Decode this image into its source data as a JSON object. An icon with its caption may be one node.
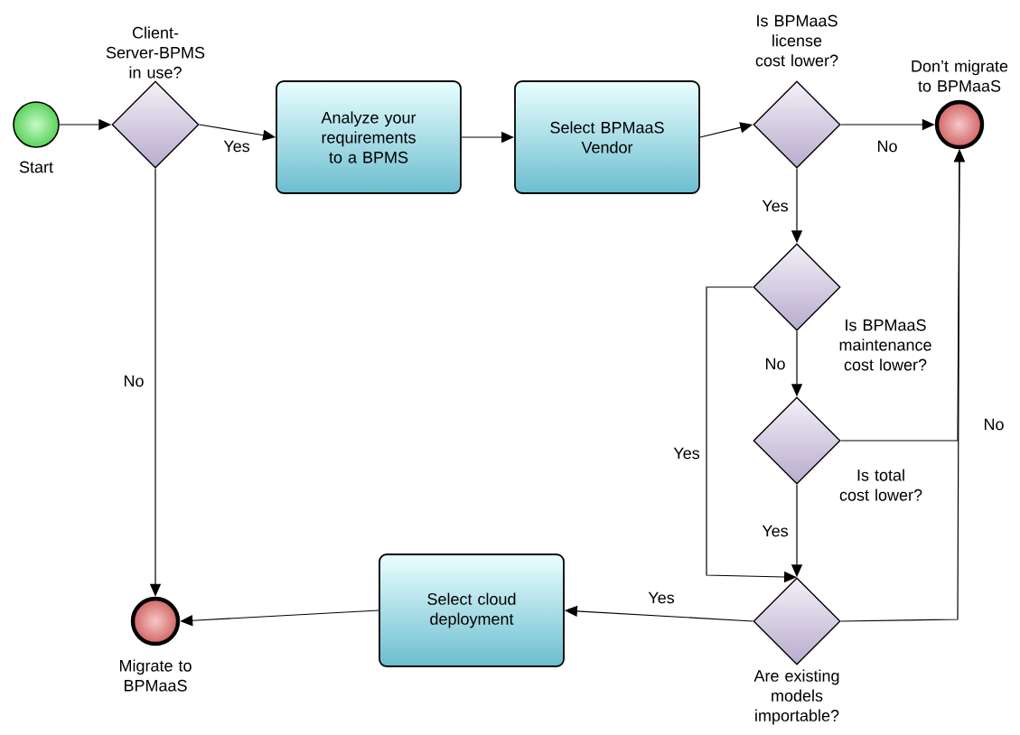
{
  "diagram": {
    "nodes": [
      {
        "text": [],
        "shape": "circle",
        "beside": [
          "Start"
        ]
      },
      {
        "text": [
          "Client-Server-BPMS in use?"
        ]
      },
      {
        "text": [
          "Analyze your requirements to a BPMS"
        ]
      },
      {
        "text": [
          "Select BPMaaS Vendor"
        ]
      },
      {
        "text": [
          "Is BPMaaS license cost lower?"
        ]
      },
      {
        "text": [],
        "shape": "circle",
        "beside": [
          "Don’t migrate to BPMaaS"
        ]
      },
      {
        "text": [
          "Is BPMaaS maintenance cost lower?"
        ]
      },
      {
        "text": [
          "Is total cost lower?"
        ]
      },
      {
        "text": [
          "Are existing models importable?"
        ]
      },
      {
        "text": [
          "Select cloud deployment"
        ]
      },
      {
        "text": [],
        "shape": "circle",
        "beside": [
          "Migrate to BPMaaS"
        ]
      }
    ],
    "edges": [
      {
        "from": 0,
        "to": 1,
        "arrow": "to"
      },
      {
        "from": 1,
        "to": 2,
        "arrow": "to",
        "label": "Yes"
      },
      {
        "from": 2,
        "to": 3,
        "arrow": "to"
      },
      {
        "from": 3,
        "to": 4,
        "arrow": "to"
      },
      {
        "from": 4,
        "to": 5,
        "arrow": "to",
        "label": "No"
      },
      {
        "from": 4,
        "to": 6,
        "arrow": "to",
        "label": "Yes"
      },
      {
        "from": 6,
        "to": 7,
        "arrow": "to",
        "label": "No"
      },
      {
        "from": 6,
        "to": 8,
        "arrow": "to",
        "label": "Yes"
      },
      {
        "from": 7,
        "to": 5,
        "arrow": "to"
      },
      {
        "from": 7,
        "to": 8,
        "arrow": "to",
        "label": "Yes"
      },
      {
        "from": 8,
        "to": 5,
        "arrow": "to",
        "label": "No"
      },
      {
        "from": 8,
        "to": 9,
        "arrow": "to",
        "label": "Yes"
      },
      {
        "from": 9,
        "to": 10,
        "arrow": "to"
      },
      {
        "from": 1,
        "to": 10,
        "arrow": "to",
        "label": "No"
      }
    ]
  }
}
